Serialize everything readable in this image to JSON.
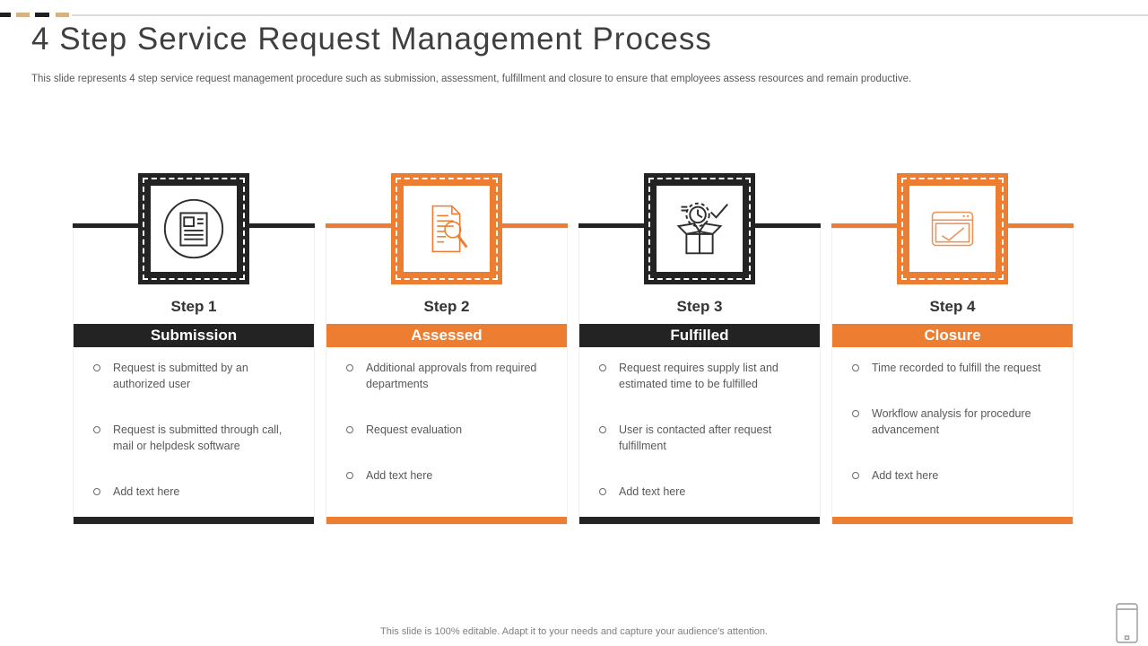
{
  "slide": {
    "title": "4 Step Service Request Management Process",
    "subtitle": "This slide represents 4 step service request management procedure such as submission, assessment, fulfillment and closure to ensure that employees assess resources and remain productive.",
    "footer_note": "This slide is 100% editable. Adapt it to your needs and capture your audience's attention."
  },
  "colors": {
    "accent_orange": "#ED7D31",
    "dark": "#232323",
    "tan_dash": "#D5B284",
    "body_text": "#595959"
  },
  "steps": [
    {
      "step_label": "Step 1",
      "banner": "Submission",
      "theme": "dark",
      "icon": "document-lines-circle-icon",
      "bullets": [
        "Request is submitted by an authorized user",
        "Request is submitted through call, mail or helpdesk software",
        "Add text here"
      ]
    },
    {
      "step_label": "Step 2",
      "banner": "Assessed",
      "theme": "orange",
      "icon": "document-magnifier-icon",
      "bullets": [
        "Additional  approvals from required departments",
        "Request evaluation",
        "Add text here"
      ]
    },
    {
      "step_label": "Step 3",
      "banner": "Fulfilled",
      "theme": "dark",
      "icon": "box-gear-clock-check-icon",
      "bullets": [
        "Request requires supply list and estimated time to be fulfilled",
        "User is contacted after request fulfillment",
        "Add text here"
      ]
    },
    {
      "step_label": "Step 4",
      "banner": "Closure",
      "theme": "orange",
      "icon": "window-checkmark-icon",
      "bullets": [
        "Time recorded to fulfill the request",
        "Workflow analysis for procedure advancement",
        "Add text here"
      ]
    }
  ]
}
